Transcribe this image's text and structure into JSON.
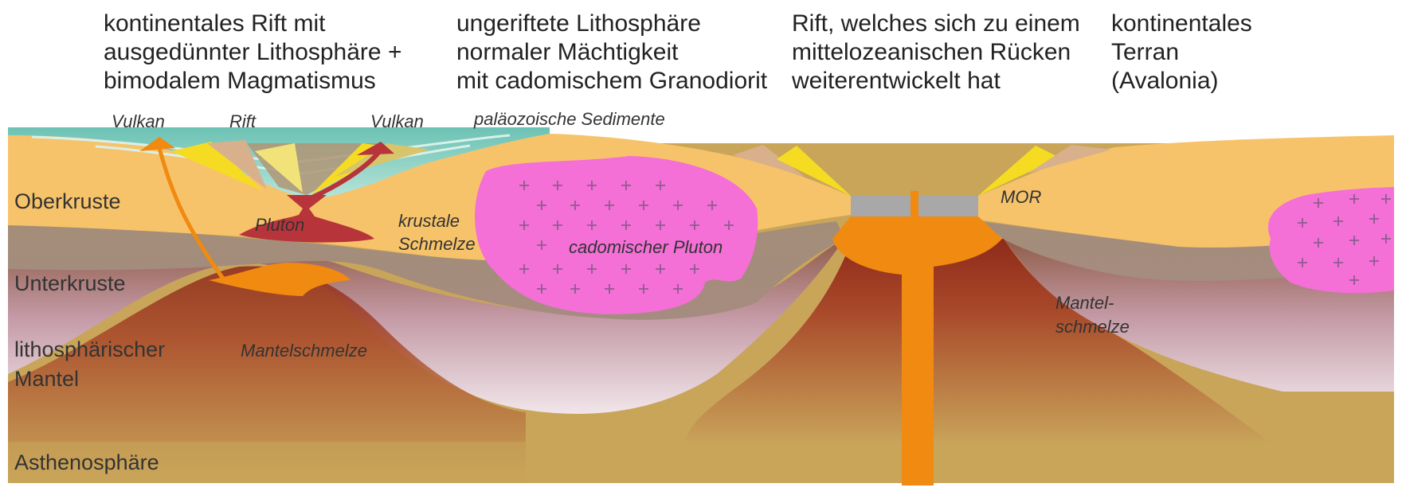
{
  "header": {
    "rift": "kontinentales Rift mit\nausgedünnter Lithosphäre +\nbimodalem Magmatismus",
    "unrifted": "ungeriftete Lithosphäre\nnormaler Mächtigkeit\nmit cadomischem Granodiorit",
    "ocean_rift": "Rift, welches sich zu einem\nmittelozeanischen Rücken\nweiterentwickelt hat",
    "terrane": "kontinentales\nTerran\n(Avalonia)"
  },
  "layers": {
    "upper_crust": "Oberkruste",
    "lower_crust": "Unterkruste",
    "mantle_1": "lithosphärischer",
    "mantle_2": "Mantel",
    "asthenosphere": "Asthenosphäre"
  },
  "labels": {
    "volcano_left": "Vulkan",
    "rift": "Rift",
    "volcano_right": "Vulkan",
    "sediments": "paläozoische Sedimente",
    "pluton": "Pluton",
    "crustal_melt_1": "krustale",
    "crustal_melt_2": "Schmelze",
    "cadomian_pluton": "cadomischer Pluton",
    "mor": "MOR",
    "mantle_melt": "Mantelschmelze",
    "mantle_melt_mor_1": "Mantel-",
    "mantle_melt_mor_2": "schmelze"
  },
  "colors": {
    "upper_crust": "#f7c36a",
    "lower_crust": "#a8907a",
    "asthenosphere": "#c9a55a",
    "mantle_top": "#8e5a42",
    "mantle_light": "#ece0e6",
    "melt": "#f08a10",
    "pluton_red": "#b6343a",
    "granite": "#f46fd6",
    "sea": "#8ed3c4",
    "sediment_yellow": "#f5dc22",
    "sediment_tan": "#d8b08c"
  }
}
